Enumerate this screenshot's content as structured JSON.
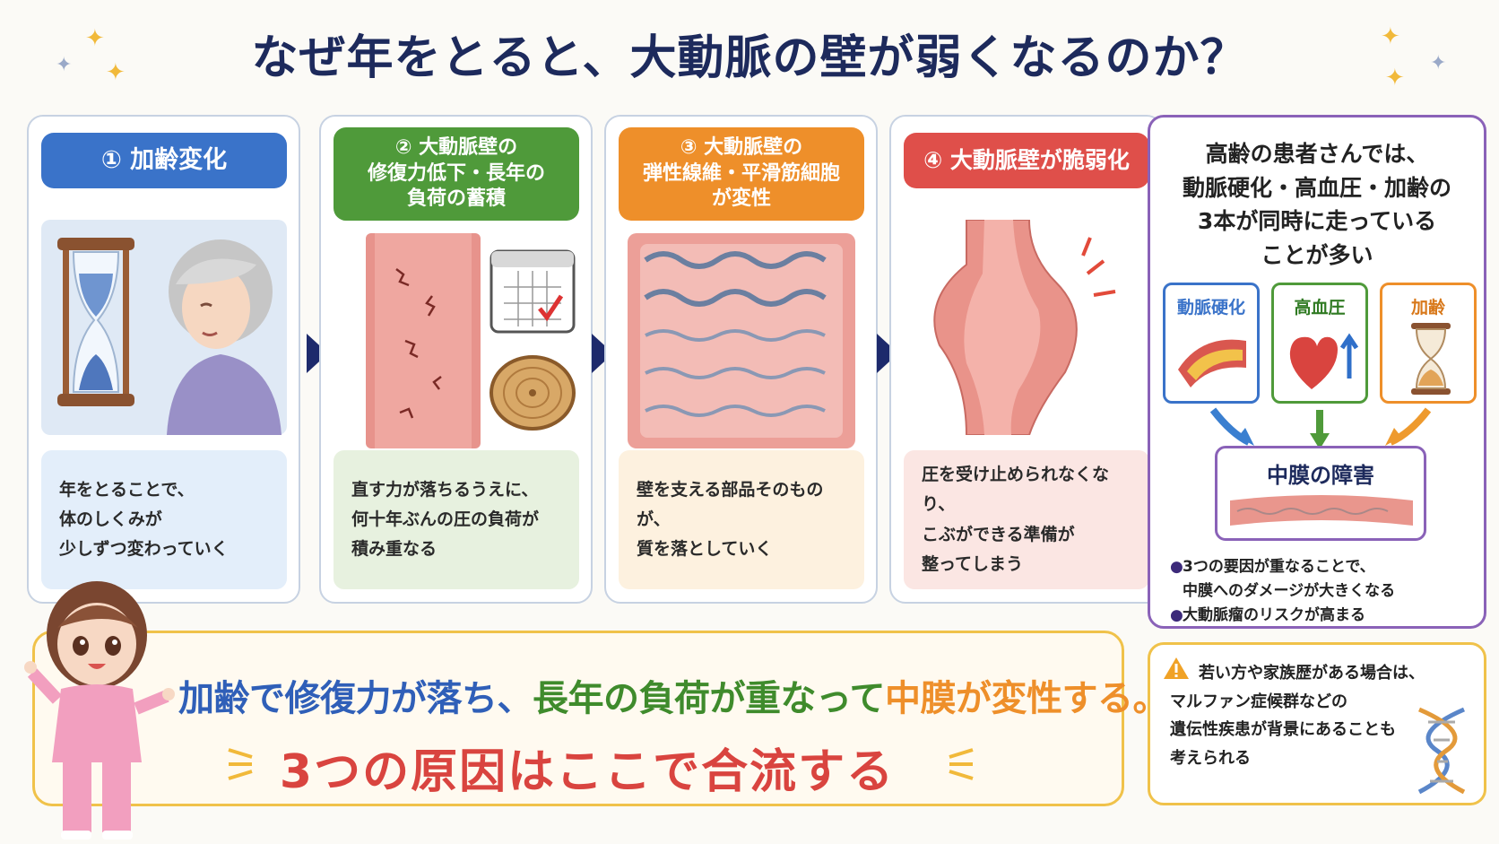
{
  "title": "なぜ年をとると、大動脈の壁が弱くなるのか？",
  "colors": {
    "blue": "#3a73c9",
    "green": "#4f9a3a",
    "orange": "#ee8f2a",
    "red": "#df4f4a",
    "navy": "#1d2a5c",
    "purple": "#8a62b8"
  },
  "steps": [
    {
      "header": "① 加齢変化",
      "body": "年をとることで、\n体のしくみが\n少しずつ変わっていく",
      "icons": [
        "hourglass-icon",
        "elderly-woman-icon"
      ]
    },
    {
      "header": "② 大動脈壁の\n修復力低下・長年の\n負荷の蓄積",
      "body": "直す力が落ちるうえに、\n何十年ぶんの圧の負荷が\n積み重なる",
      "icons": [
        "cracked-vessel-icon",
        "calendar-icon",
        "tree-rings-icon"
      ]
    },
    {
      "header": "③ 大動脈壁の\n弾性線維・平滑筋細胞\nが変性",
      "body": "壁を支える部品そのものが、\n質を落としていく",
      "icons": [
        "elastic-fiber-icon"
      ]
    },
    {
      "header": "④ 大動脈壁が脆弱化",
      "body": "圧を受け止められなくなり、\nこぶができる準備が\n整ってしまう",
      "icons": [
        "aneurysm-icon"
      ]
    }
  ],
  "right_panel": {
    "title": "高齢の患者さんでは、\n動脈硬化・高血圧・加齢の\n3本が同時に走っている\nことが多い",
    "factors": [
      {
        "label": "動脈硬化",
        "icon": "plaque-artery-icon"
      },
      {
        "label": "高血圧",
        "icon": "heart-icon"
      },
      {
        "label": "加齢",
        "icon": "hourglass-icon"
      }
    ],
    "damage_label": "中膜の障害",
    "bullets": [
      "3つの要因が重なることで、\n中膜へのダメージが大きくなる",
      "大動脈瘤のリスクが高まる"
    ]
  },
  "bottom": {
    "line1": [
      {
        "text": "加齢で修復力が落ち、",
        "color": "#2f5fb8"
      },
      {
        "text": "長年の負荷が重なって",
        "color": "#3f8b2c"
      },
      {
        "text": "中膜が変性する。",
        "color": "#ee8f2a"
      }
    ],
    "line2": "3つの原因はここで合流する"
  },
  "warning": {
    "text": "若い方や家族歴がある場合は、\nマルファン症候群などの\n遺伝性疾患が背景にあることも\n考えられる",
    "icons": [
      "warning-icon",
      "dna-icon"
    ]
  }
}
